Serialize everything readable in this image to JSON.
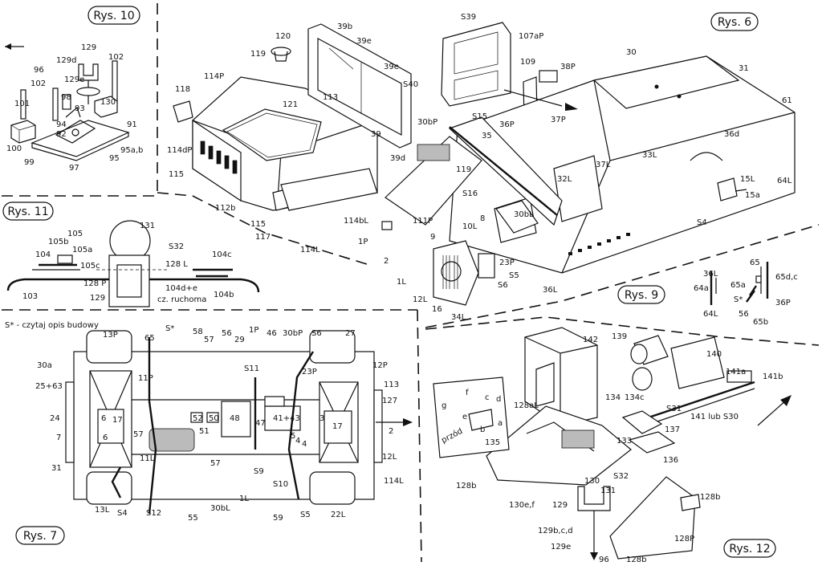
{
  "figures": {
    "rys10": "Rys. 10",
    "rys11": "Rys. 11",
    "rys6": "Rys. 6",
    "rys7": "Rys. 7",
    "rys9": "Rys. 9",
    "rys12": "Rys. 12"
  },
  "notes": {
    "opis": "S* - czytaj opis budowy",
    "ruchoma": "cz. ruchoma",
    "przod": "przód"
  },
  "labels": {
    "r10": [
      "129",
      "129d",
      "102",
      "96",
      "129e",
      "102",
      "130",
      "98",
      "93",
      "101",
      "94",
      "91",
      "100",
      "92",
      "95a,b",
      "99",
      "97",
      "95"
    ],
    "r11": [
      "131",
      "105b",
      "105",
      "105a",
      "104",
      "105c",
      "S32",
      "128 L",
      "104c",
      "128 P",
      "104d+e",
      "129",
      "104b",
      "103"
    ],
    "r6a": [
      "120",
      "39b",
      "39e",
      "119",
      "114P",
      "113",
      "39e",
      "S40",
      "118",
      "121",
      "39",
      "114dP",
      "39d",
      "115",
      "112b",
      "115",
      "117",
      "114L",
      "114bL"
    ],
    "r6b": [
      "S39",
      "107aP",
      "109",
      "38P",
      "30",
      "31",
      "61",
      "S15",
      "30bP",
      "36P",
      "37P",
      "35",
      "119",
      "36d",
      "33L",
      "37L",
      "32L",
      "S16",
      "15L",
      "15a",
      "64L",
      "111P",
      "30bL",
      "S4",
      "10L",
      "8",
      "9",
      "1P",
      "23P",
      "2",
      "S5",
      "1L",
      "S6",
      "12L",
      "16",
      "34L",
      "36L"
    ],
    "r9": [
      "36L",
      "65",
      "64a",
      "65a",
      "65d,c",
      "S*",
      "56",
      "36P",
      "64L",
      "65b"
    ],
    "r7": [
      "13P",
      "65",
      "S*",
      "58",
      "57",
      "56",
      "29",
      "1P",
      "46",
      "30bP",
      "S6",
      "27",
      "12P",
      "30a",
      "11P",
      "S11",
      "23P",
      "113",
      "25+63",
      "127",
      "24",
      "6",
      "17",
      "52",
      "50",
      "48",
      "41+43",
      "3",
      "17",
      "2",
      "7",
      "57",
      "51",
      "47",
      "6",
      "57",
      "12L",
      "31",
      "11L",
      "4",
      "S9",
      "5",
      "4",
      "114L",
      "S10",
      "13L",
      "S4",
      "S12",
      "55",
      "30bL",
      "1L",
      "59",
      "S5",
      "22L"
    ],
    "r12": [
      "142",
      "139",
      "140",
      "141a",
      "141b",
      "128aL",
      "134",
      "134c",
      "S31",
      "141 lub S30",
      "f",
      "c",
      "d",
      "133",
      "137",
      "g",
      "e",
      "b",
      "a",
      "135",
      "136",
      "S32",
      "128b",
      "130",
      "131",
      "128b",
      "130e,f",
      "129",
      "128P",
      "129b,c,d",
      "129e",
      "96",
      "128b"
    ]
  }
}
